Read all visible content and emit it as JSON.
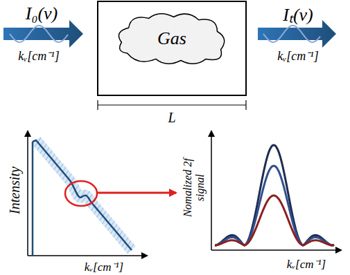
{
  "diagram": {
    "nodes": [
      {
        "text": [
          "Gas"
        ]
      }
    ],
    "labels": [
      "I₀(v)",
      "kᵥ[cm⁻¹]",
      "Iₜ(v)",
      "kᵥ[cm⁻¹]",
      "L",
      "Intensity",
      "kᵥ[cm⁻¹]",
      "Nomalized 2f signal",
      "kᵥ[cm⁻¹]"
    ]
  }
}
